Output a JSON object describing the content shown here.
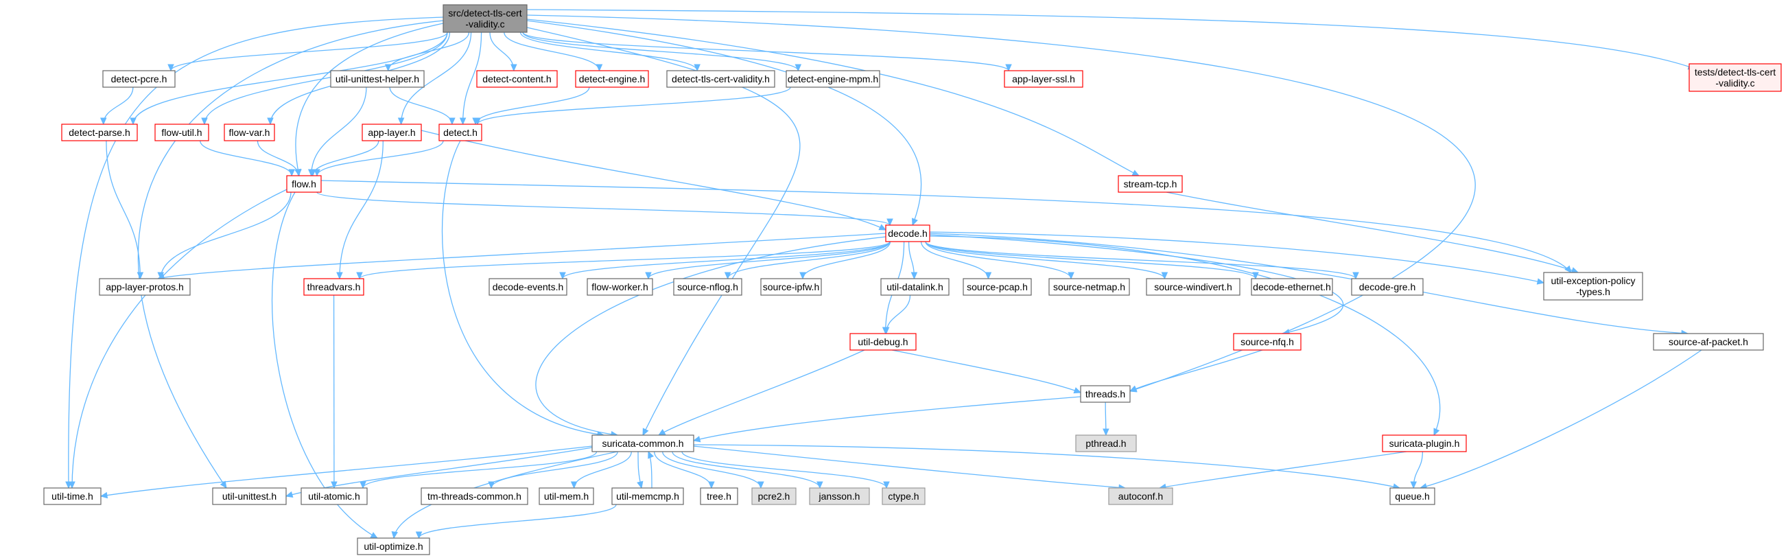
{
  "graph": {
    "colors": {
      "edge": "#63b8ff",
      "root_fill": "#999999",
      "root_border": "#666666",
      "normal_border": "#666666",
      "normal_fill": "#ffffff",
      "red_border": "#ff0000",
      "red_fill": "#ffffff",
      "red_fill_light": "#fff0f0",
      "gray_fill": "#e0e0e0",
      "gray_border": "#999999"
    },
    "nodes": [
      {
        "id": "root",
        "lines": [
          "src/detect-tls-cert",
          "-validity.c"
        ],
        "style": "root"
      },
      {
        "id": "tests",
        "lines": [
          "tests/detect-tls-cert",
          "-validity.c"
        ],
        "style": "red-light"
      },
      {
        "id": "pcre",
        "lines": [
          "detect-pcre.h"
        ],
        "style": "normal"
      },
      {
        "id": "unittesthelper",
        "lines": [
          "util-unittest-helper.h"
        ],
        "style": "normal"
      },
      {
        "id": "content",
        "lines": [
          "detect-content.h"
        ],
        "style": "red"
      },
      {
        "id": "engine",
        "lines": [
          "detect-engine.h"
        ],
        "style": "red"
      },
      {
        "id": "certvalidity",
        "lines": [
          "detect-tls-cert-validity.h"
        ],
        "style": "normal"
      },
      {
        "id": "enginempm",
        "lines": [
          "detect-engine-mpm.h"
        ],
        "style": "normal"
      },
      {
        "id": "appssl",
        "lines": [
          "app-layer-ssl.h"
        ],
        "style": "red"
      },
      {
        "id": "parse",
        "lines": [
          "detect-parse.h"
        ],
        "style": "red"
      },
      {
        "id": "flowutil",
        "lines": [
          "flow-util.h"
        ],
        "style": "red"
      },
      {
        "id": "flowvar",
        "lines": [
          "flow-var.h"
        ],
        "style": "red"
      },
      {
        "id": "applayer",
        "lines": [
          "app-layer.h"
        ],
        "style": "red"
      },
      {
        "id": "detect",
        "lines": [
          "detect.h"
        ],
        "style": "red"
      },
      {
        "id": "streamtcp",
        "lines": [
          "stream-tcp.h"
        ],
        "style": "red"
      },
      {
        "id": "flow",
        "lines": [
          "flow.h"
        ],
        "style": "red"
      },
      {
        "id": "decode",
        "lines": [
          "decode.h"
        ],
        "style": "red"
      },
      {
        "id": "protos",
        "lines": [
          "app-layer-protos.h"
        ],
        "style": "normal"
      },
      {
        "id": "threadvars",
        "lines": [
          "threadvars.h"
        ],
        "style": "red"
      },
      {
        "id": "events",
        "lines": [
          "decode-events.h"
        ],
        "style": "normal"
      },
      {
        "id": "worker",
        "lines": [
          "flow-worker.h"
        ],
        "style": "normal"
      },
      {
        "id": "nflog",
        "lines": [
          "source-nflog.h"
        ],
        "style": "normal"
      },
      {
        "id": "ipfw",
        "lines": [
          "source-ipfw.h"
        ],
        "style": "normal"
      },
      {
        "id": "datalink",
        "lines": [
          "util-datalink.h"
        ],
        "style": "normal"
      },
      {
        "id": "pcap",
        "lines": [
          "source-pcap.h"
        ],
        "style": "normal"
      },
      {
        "id": "netmap",
        "lines": [
          "source-netmap.h"
        ],
        "style": "normal"
      },
      {
        "id": "windivert",
        "lines": [
          "source-windivert.h"
        ],
        "style": "normal"
      },
      {
        "id": "ethernet",
        "lines": [
          "decode-ethernet.h"
        ],
        "style": "normal"
      },
      {
        "id": "gre",
        "lines": [
          "decode-gre.h"
        ],
        "style": "normal"
      },
      {
        "id": "policy",
        "lines": [
          "util-exception-policy",
          "-types.h"
        ],
        "style": "normal"
      },
      {
        "id": "debug",
        "lines": [
          "util-debug.h"
        ],
        "style": "red"
      },
      {
        "id": "nfq",
        "lines": [
          "source-nfq.h"
        ],
        "style": "red"
      },
      {
        "id": "afpacket",
        "lines": [
          "source-af-packet.h"
        ],
        "style": "normal"
      },
      {
        "id": "threads",
        "lines": [
          "threads.h"
        ],
        "style": "normal"
      },
      {
        "id": "pthread",
        "lines": [
          "pthread.h"
        ],
        "style": "gray"
      },
      {
        "id": "common",
        "lines": [
          "suricata-common.h"
        ],
        "style": "normal"
      },
      {
        "id": "plugin",
        "lines": [
          "suricata-plugin.h"
        ],
        "style": "red"
      },
      {
        "id": "time",
        "lines": [
          "util-time.h"
        ],
        "style": "normal"
      },
      {
        "id": "unittest",
        "lines": [
          "util-unittest.h"
        ],
        "style": "normal"
      },
      {
        "id": "atomic",
        "lines": [
          "util-atomic.h"
        ],
        "style": "normal"
      },
      {
        "id": "tmthreads",
        "lines": [
          "tm-threads-common.h"
        ],
        "style": "normal"
      },
      {
        "id": "mem",
        "lines": [
          "util-mem.h"
        ],
        "style": "normal"
      },
      {
        "id": "memcmp",
        "lines": [
          "util-memcmp.h"
        ],
        "style": "normal"
      },
      {
        "id": "tree",
        "lines": [
          "tree.h"
        ],
        "style": "normal"
      },
      {
        "id": "pcre2",
        "lines": [
          "pcre2.h"
        ],
        "style": "gray"
      },
      {
        "id": "jansson",
        "lines": [
          "jansson.h"
        ],
        "style": "gray"
      },
      {
        "id": "ctype",
        "lines": [
          "ctype.h"
        ],
        "style": "gray"
      },
      {
        "id": "autoconf",
        "lines": [
          "autoconf.h"
        ],
        "style": "gray"
      },
      {
        "id": "queue",
        "lines": [
          "queue.h"
        ],
        "style": "normal"
      },
      {
        "id": "optimize",
        "lines": [
          "util-optimize.h"
        ],
        "style": "normal"
      }
    ],
    "edges": [
      [
        "root",
        "pcre"
      ],
      [
        "root",
        "unittesthelper"
      ],
      [
        "root",
        "content"
      ],
      [
        "root",
        "engine"
      ],
      [
        "root",
        "certvalidity"
      ],
      [
        "root",
        "enginempm"
      ],
      [
        "root",
        "appssl"
      ],
      [
        "root",
        "tests"
      ],
      [
        "root",
        "parse"
      ],
      [
        "root",
        "flowutil"
      ],
      [
        "root",
        "flowvar"
      ],
      [
        "root",
        "applayer"
      ],
      [
        "root",
        "detect"
      ],
      [
        "root",
        "flow"
      ],
      [
        "root",
        "streamtcp"
      ],
      [
        "root",
        "decode"
      ],
      [
        "root",
        "common"
      ],
      [
        "root",
        "time"
      ],
      [
        "root",
        "unittest"
      ],
      [
        "root",
        "threads"
      ],
      [
        "pcre",
        "parse"
      ],
      [
        "unittesthelper",
        "detect"
      ],
      [
        "unittesthelper",
        "flow"
      ],
      [
        "engine",
        "detect"
      ],
      [
        "enginempm",
        "detect"
      ],
      [
        "parse",
        "protos"
      ],
      [
        "flowutil",
        "flow"
      ],
      [
        "flowvar",
        "flow"
      ],
      [
        "applayer",
        "flow"
      ],
      [
        "applayer",
        "threadvars"
      ],
      [
        "applayer",
        "decode"
      ],
      [
        "detect",
        "flow"
      ],
      [
        "detect",
        "common"
      ],
      [
        "flow",
        "decode"
      ],
      [
        "flow",
        "protos"
      ],
      [
        "flow",
        "time"
      ],
      [
        "flow",
        "optimize"
      ],
      [
        "flow",
        "policy"
      ],
      [
        "streamtcp",
        "policy"
      ],
      [
        "decode",
        "protos"
      ],
      [
        "decode",
        "threadvars"
      ],
      [
        "decode",
        "events"
      ],
      [
        "decode",
        "worker"
      ],
      [
        "decode",
        "nflog"
      ],
      [
        "decode",
        "ipfw"
      ],
      [
        "decode",
        "datalink"
      ],
      [
        "decode",
        "pcap"
      ],
      [
        "decode",
        "netmap"
      ],
      [
        "decode",
        "windivert"
      ],
      [
        "decode",
        "ethernet"
      ],
      [
        "decode",
        "gre"
      ],
      [
        "decode",
        "policy"
      ],
      [
        "decode",
        "debug"
      ],
      [
        "decode",
        "nfq"
      ],
      [
        "decode",
        "afpacket"
      ],
      [
        "decode",
        "plugin"
      ],
      [
        "decode",
        "common"
      ],
      [
        "threadvars",
        "atomic"
      ],
      [
        "datalink",
        "debug"
      ],
      [
        "debug",
        "threads"
      ],
      [
        "debug",
        "common"
      ],
      [
        "nfq",
        "threads"
      ],
      [
        "afpacket",
        "queue"
      ],
      [
        "threads",
        "pthread"
      ],
      [
        "threads",
        "common"
      ],
      [
        "plugin",
        "autoconf"
      ],
      [
        "plugin",
        "queue"
      ],
      [
        "common",
        "time"
      ],
      [
        "common",
        "unittest"
      ],
      [
        "common",
        "atomic"
      ],
      [
        "common",
        "tmthreads"
      ],
      [
        "common",
        "mem"
      ],
      [
        "common",
        "memcmp"
      ],
      [
        "common",
        "tree"
      ],
      [
        "common",
        "pcre2"
      ],
      [
        "common",
        "jansson"
      ],
      [
        "common",
        "ctype"
      ],
      [
        "common",
        "autoconf"
      ],
      [
        "common",
        "queue"
      ],
      [
        "common",
        "optimize"
      ],
      [
        "memcmp",
        "common"
      ],
      [
        "memcmp",
        "optimize"
      ]
    ]
  }
}
